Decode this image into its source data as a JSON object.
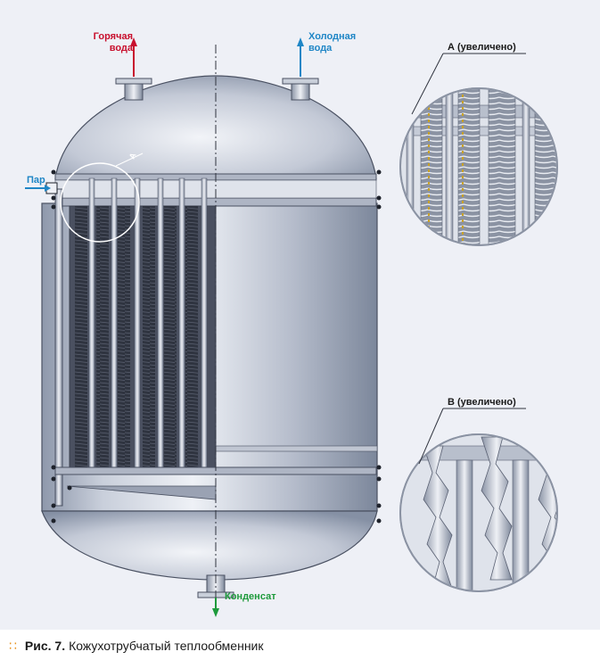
{
  "labels": {
    "hot_water_line1": "Горячая",
    "hot_water_line2": "вода",
    "cold_water_line1": "Холодная",
    "cold_water_line2": "вода",
    "steam": "Пар",
    "condensate": "Конденсат",
    "marker_a": "A",
    "zoom_a": "А (увеличено)",
    "zoom_b": "B (увеличено)"
  },
  "caption": {
    "figure": "Рис. 7.",
    "text": "Кожухотрубчатый теплообменник"
  },
  "colors": {
    "hot": "#c8102e",
    "cold": "#1f86c6",
    "condensate": "#1d9a3b",
    "accent": "#e8931f"
  }
}
